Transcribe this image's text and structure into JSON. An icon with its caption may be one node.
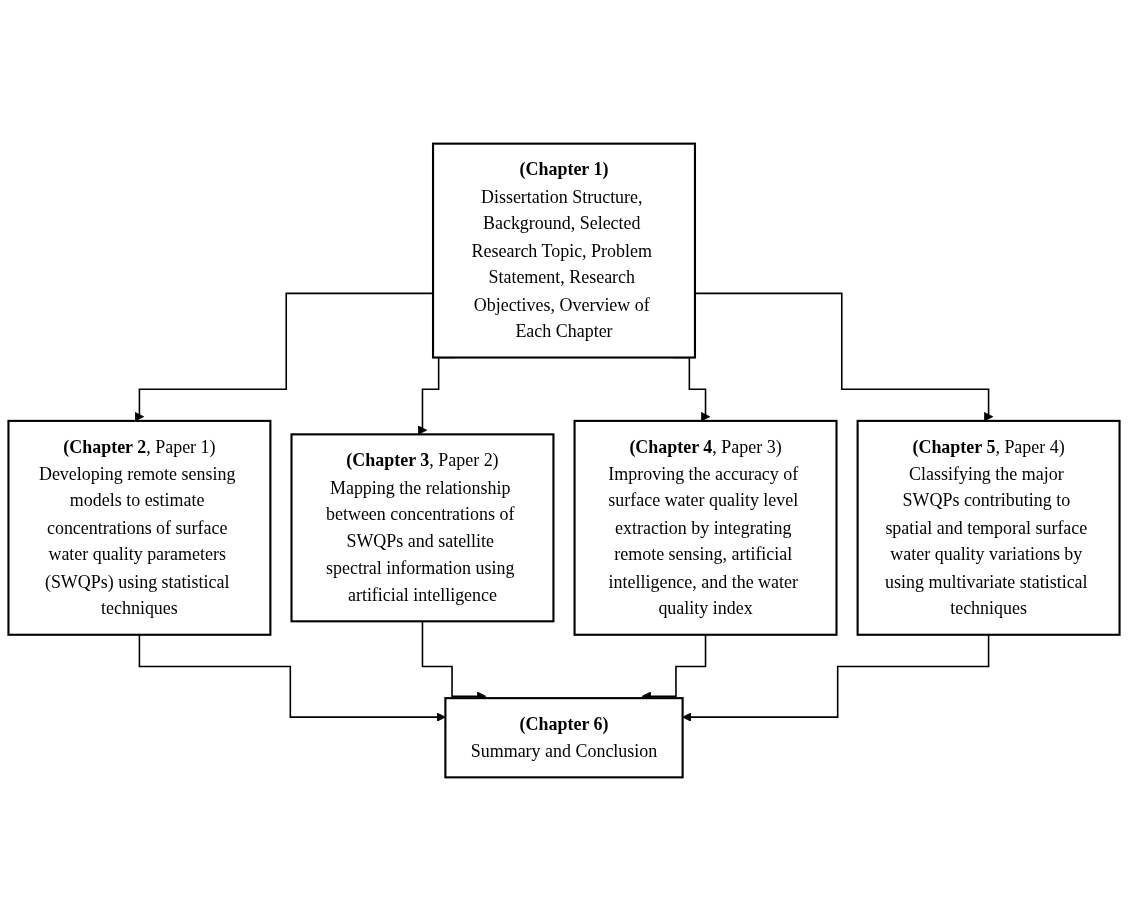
{
  "diagram": {
    "nodes": [
      {
        "text": [
          "(Chapter 1)",
          "Dissertation Structure, Background, Selected Research Topic, Problem Statement, Research Objectives, Overview of Each Chapter"
        ]
      },
      {
        "text": [
          "**(Chapter 2**, Paper 1)",
          "Developing remote sensing models to estimate concentrations of surface water quality parameters (SWQPs) using statistical techniques"
        ]
      },
      {
        "text": [
          "**(Chapter 3**, Paper 2)",
          "Mapping the relationship between concentrations of SWQPs and satellite spectral information using artificial intelligence"
        ]
      },
      {
        "text": [
          "**(Chapter 4**, Paper 3)",
          "Improving the accuracy of surface water quality level extraction by integrating remote sensing, artificial intelligence, and the water quality index"
        ]
      },
      {
        "text": [
          "**(Chapter 5**, Paper 4)",
          "Classifying the major SWQPs contributing to spatial and temporal surface water quality variations by using multivariate statistical techniques"
        ]
      },
      {
        "text": [
          "(Chapter 6)",
          "Summary and Conclusion"
        ]
      }
    ],
    "edges": [
      {
        "from": 0,
        "to": 1,
        "arrow": "to"
      },
      {
        "from": 0,
        "to": 2,
        "arrow": "to"
      },
      {
        "from": 0,
        "to": 3,
        "arrow": "to"
      },
      {
        "from": 0,
        "to": 4,
        "arrow": "to"
      },
      {
        "from": 1,
        "to": 5,
        "arrow": "to"
      },
      {
        "from": 2,
        "to": 5,
        "arrow": "to"
      },
      {
        "from": 3,
        "to": 5,
        "arrow": "to"
      },
      {
        "from": 4,
        "to": 5,
        "arrow": "to"
      }
    ]
  }
}
